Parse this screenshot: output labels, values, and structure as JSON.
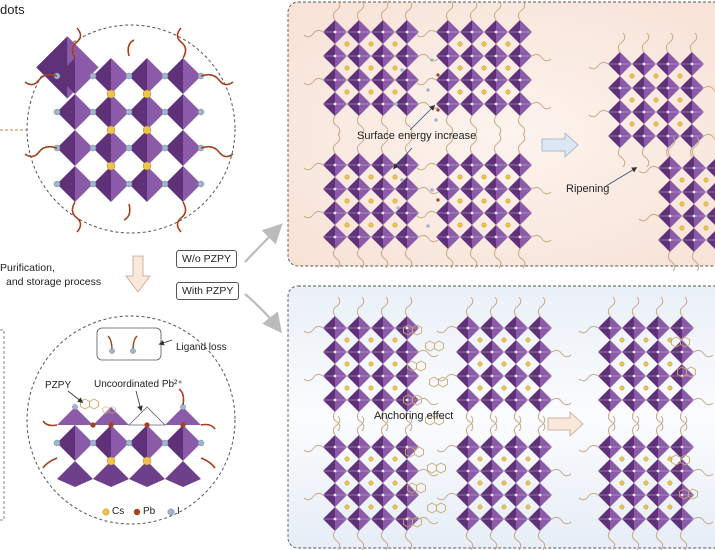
{
  "header": {
    "title_fragment": "dots"
  },
  "left": {
    "process_label": "Purification,",
    "process_label_2": "and storage process",
    "ligand_loss": "Ligand loss",
    "pzpy": "PZPY",
    "uncoordinated": "Uncoordinated Pb²⁺",
    "legend": [
      {
        "name": "Cs",
        "color": "#f1c34a"
      },
      {
        "name": "Pb",
        "color": "#a5411b"
      },
      {
        "name": "I",
        "color": "#9fb6cf"
      }
    ]
  },
  "routes": {
    "without": "W/o PZPY",
    "with": "With PZPY"
  },
  "top_panel": {
    "surface_energy": "Surface energy increase",
    "ripening": "Ripening"
  },
  "bottom_panel": {
    "anchoring": "Anchoring effect"
  },
  "colors": {
    "octahedron": "#7e4c9b",
    "octahedron_dark": "#5a2d74",
    "top_bg": "#fbeee6",
    "bottom_bg": "#e8eef6"
  }
}
